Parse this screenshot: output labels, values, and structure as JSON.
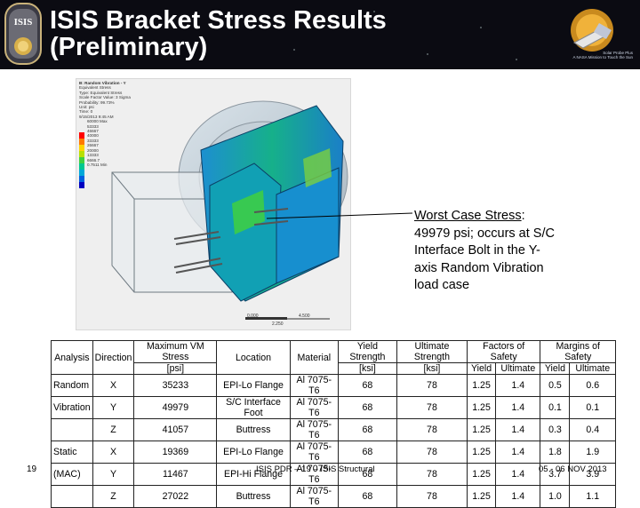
{
  "header": {
    "title": "ISIS Bracket Stress Results\n(Preliminary)",
    "left_logo_text": "ISIS",
    "right_logo_text": "Solar Probe Plus\nA NASA Mission to Touch the Sun"
  },
  "figure": {
    "legend_lines": [
      "B: Random Vibration - Y",
      "Equivalent Stress",
      "Type: Equivalent Stress",
      "Scale Factor Value: 3 Sigma",
      "Probability: 99.73%",
      "Unit: psi",
      "Time: 0",
      "9/15/2013 9:45 AM",
      "60000 Max",
      "53333",
      "46667",
      "40000",
      "33333",
      "26667",
      "20000",
      "13333",
      "6666.7",
      "0.7511 Min"
    ],
    "scale_labels": [
      "0.000",
      "4.500",
      "2.250"
    ]
  },
  "callout": {
    "heading": "Worst Case Stress",
    "body": ": 49979 psi; occurs at S/C Interface Bolt in the Y-axis Random Vibration load case"
  },
  "table": {
    "group_headers": {
      "fos": "Factors of Safety",
      "mos": "Margins of Safety"
    },
    "headers": {
      "analysis": "Analysis",
      "direction": "Direction",
      "vm_stress": "Maximum VM Stress",
      "location": "Location",
      "material": "Material",
      "yield_strength": "Yield Strength",
      "ultimate_strength": "Ultimate Strength"
    },
    "units": {
      "vm": "[psi]",
      "ys": "[ksi]",
      "us": "[ksi]",
      "fos_y": "Yield",
      "fos_u": "Ultimate",
      "mos_y": "Yield",
      "mos_u": "Ultimate"
    },
    "rows": [
      {
        "analysis": "Random",
        "direction": "X",
        "stress": "35233",
        "location": "EPI-Lo Flange",
        "material": "Al 7075-T6",
        "ys": "68",
        "us": "78",
        "fos_y": "1.25",
        "fos_u": "1.4",
        "mos_y": "0.5",
        "mos_u": "0.6"
      },
      {
        "analysis": "Vibration",
        "direction": "Y",
        "stress": "49979",
        "location": "S/C Interface Foot",
        "material": "Al 7075-T6",
        "ys": "68",
        "us": "78",
        "fos_y": "1.25",
        "fos_u": "1.4",
        "mos_y": "0.1",
        "mos_u": "0.1"
      },
      {
        "analysis": "",
        "direction": "Z",
        "stress": "41057",
        "location": "Buttress",
        "material": "Al 7075-T6",
        "ys": "68",
        "us": "78",
        "fos_y": "1.25",
        "fos_u": "1.4",
        "mos_y": "0.3",
        "mos_u": "0.4"
      },
      {
        "analysis": "Static",
        "direction": "X",
        "stress": "19369",
        "location": "EPI-Lo Flange",
        "material": "Al 7075-T6",
        "ys": "68",
        "us": "78",
        "fos_y": "1.25",
        "fos_u": "1.4",
        "mos_y": "1.8",
        "mos_u": "1.9"
      },
      {
        "analysis": "(MAC)",
        "direction": "Y",
        "stress": "11467",
        "location": "EPI-Hi Flange",
        "material": "Al 7075-T6",
        "ys": "68",
        "us": "78",
        "fos_y": "1.25",
        "fos_u": "1.4",
        "mos_y": "3.7",
        "mos_u": "3.9"
      },
      {
        "analysis": "",
        "direction": "Z",
        "stress": "27022",
        "location": "Buttress",
        "material": "Al 7075-T6",
        "ys": "68",
        "us": "78",
        "fos_y": "1.25",
        "fos_u": "1.4",
        "mos_y": "1.0",
        "mos_u": "1.1"
      }
    ]
  },
  "footer": {
    "page": "19",
    "center": "ISIS PDR – 19 – ISIS Structural",
    "date": "05 - 06 NOV 2013"
  },
  "colors": {
    "header_bg": "#0b0b12",
    "title": "#ffffff",
    "contour": [
      "#ff0000",
      "#ff7a00",
      "#ffd400",
      "#b8e000",
      "#40d040",
      "#00c890",
      "#00a8d8",
      "#0060e0",
      "#0000c0"
    ]
  }
}
